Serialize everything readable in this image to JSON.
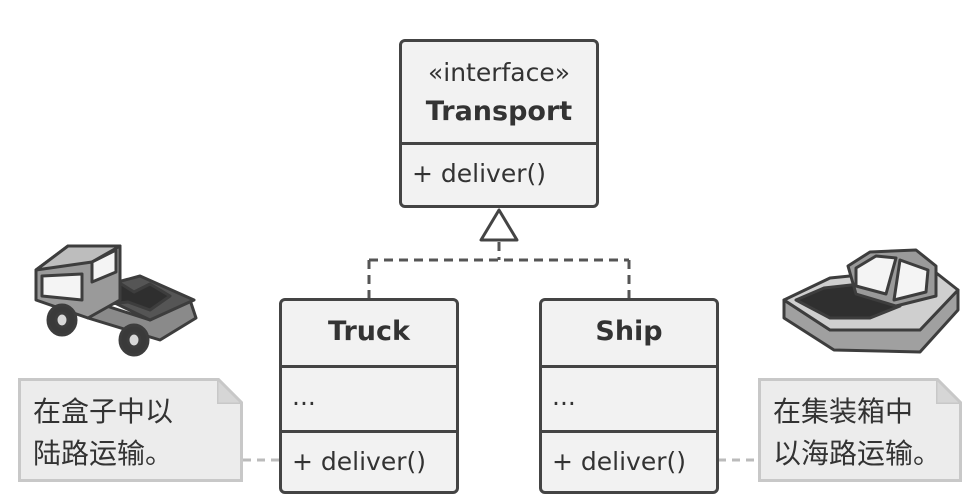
{
  "transport": {
    "stereotype": "«interface»",
    "name": "Transport",
    "method": "+ deliver()"
  },
  "truck": {
    "name": "Truck",
    "fields": "...",
    "method": "+ deliver()"
  },
  "ship": {
    "name": "Ship",
    "fields": "...",
    "method": "+ deliver()"
  },
  "notes": {
    "truck_note": "在盒子中以\n陆路运输。",
    "ship_note": "在集装箱中\n以海路运输。"
  },
  "icons": {
    "truck": "truck-icon",
    "ship": "ship-icon"
  },
  "colors": {
    "box_fill": "#f2f2f2",
    "border": "#444444",
    "note_fill": "#ececec",
    "note_border": "#c8c8c8"
  }
}
